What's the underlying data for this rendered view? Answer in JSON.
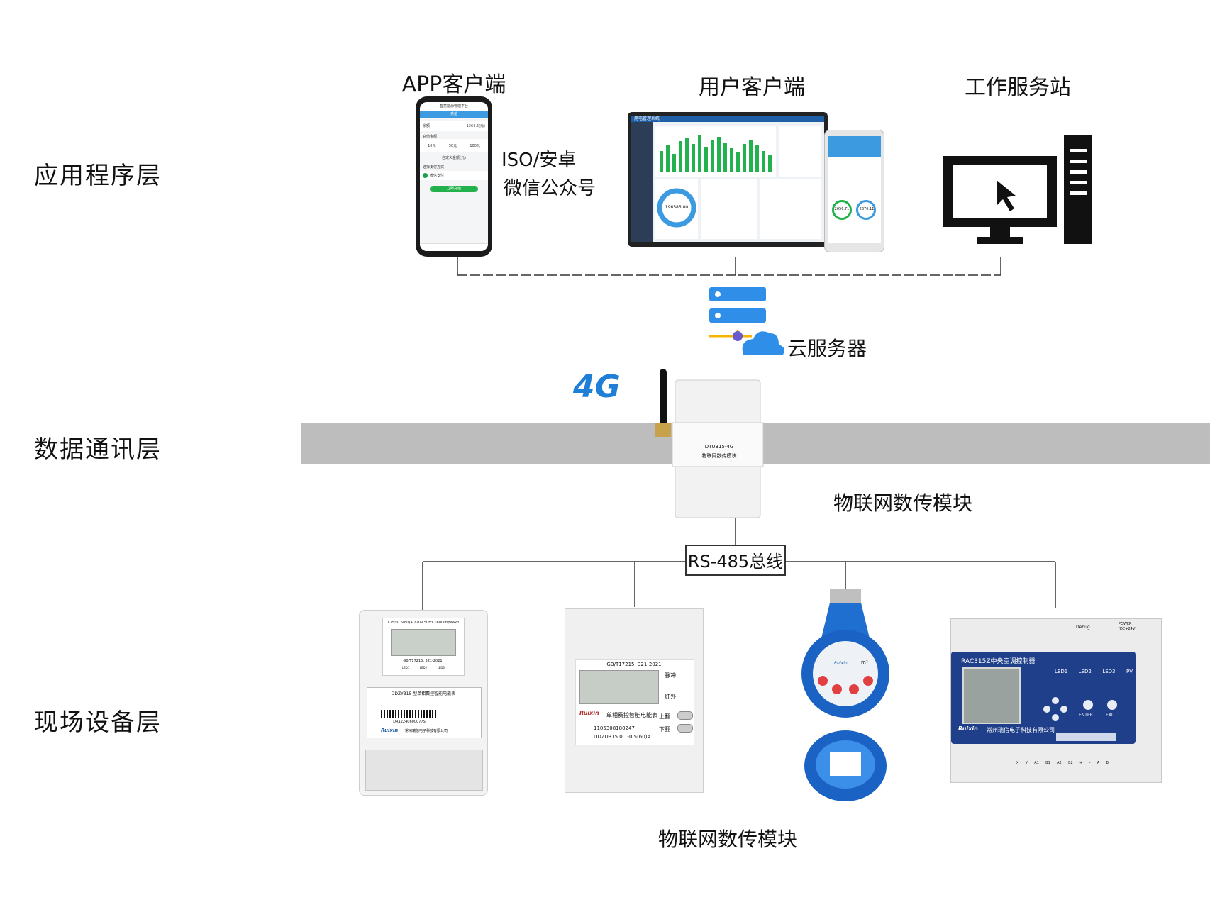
{
  "layers": {
    "application": "应用程序层",
    "communication": "数据通讯层",
    "field": "现场设备层"
  },
  "clients": {
    "app": "APP客户端",
    "user": "用户客户端",
    "workstation": "工作服务站",
    "app_platform_line1": "ISO/安卓",
    "app_platform_line2": "微信公众号"
  },
  "phone_screen": {
    "header": "智慧能源管理平台",
    "tab": "充值",
    "row1_left": "余额",
    "row1_right": "1364.6(元)",
    "amount_title": "充值金额",
    "amounts": [
      "10元",
      "50元",
      "100元"
    ],
    "custom": "自定义金额(元)",
    "pay_title": "选择支付方式",
    "pay_method": "微信支付",
    "confirm": "立即充值"
  },
  "dashboard": {
    "brand": "用电管理系统",
    "gauge_value": "196585.00",
    "tablet_gauge1": "2656.71",
    "tablet_gauge2": "2376.11"
  },
  "cloud": {
    "label": "云服务器"
  },
  "gateway": {
    "badge": "4G",
    "model": "DTU315-4G",
    "name_on_device": "物联网数传模块",
    "label": "物联网数传模块"
  },
  "bus": {
    "label": "RS-485总线"
  },
  "devices": {
    "meter1": {
      "spec": "0.25~0.5(60)A 220V 50Hz 1600imp/kWh",
      "standard": "GB/T17215. 321-2021",
      "leds": [
        "LED1",
        "LED2",
        "LED3"
      ],
      "title": "DDZY315 型单相费控智能电能表",
      "serial": "DR12240600077S",
      "brand": "Ruixin",
      "company": "常州瑞信电子科技有限公司"
    },
    "meter2": {
      "standard": "GB/T17215. 321-2021",
      "pulse": "脉冲",
      "ir": "红外",
      "up": "上翻",
      "down": "下翻",
      "brand": "Ruixin",
      "title": "单相费控智能电能表",
      "serial": "1105308180247",
      "model": "DDZU315 0.1-0.5(60)A"
    },
    "water_meter": {
      "brand": "Ruixin",
      "unit": "m³"
    },
    "ac_controller": {
      "debug": "Debug",
      "power": "POWER",
      "power_sub": "(DC+24V)",
      "title": "RAC315Z中央空调控制器",
      "leds": [
        "LED1",
        "LED2",
        "LED3",
        "PV"
      ],
      "enter": "ENTER",
      "exit": "EXIT",
      "brand": "Ruixin",
      "company": "常州瑞信电子科技有限公司",
      "terminals": [
        "X",
        "Y",
        "A1",
        "B1",
        "A2",
        "B2",
        "+",
        "-",
        "A",
        "B"
      ]
    }
  },
  "bottom": {
    "label": "物联网数传模块"
  },
  "colors": {
    "band": "#bdbdbd",
    "blue": "#1f7fd6",
    "server": "#2f8fe8",
    "accent_purple": "#6a5acd",
    "green": "#1aa34a"
  }
}
